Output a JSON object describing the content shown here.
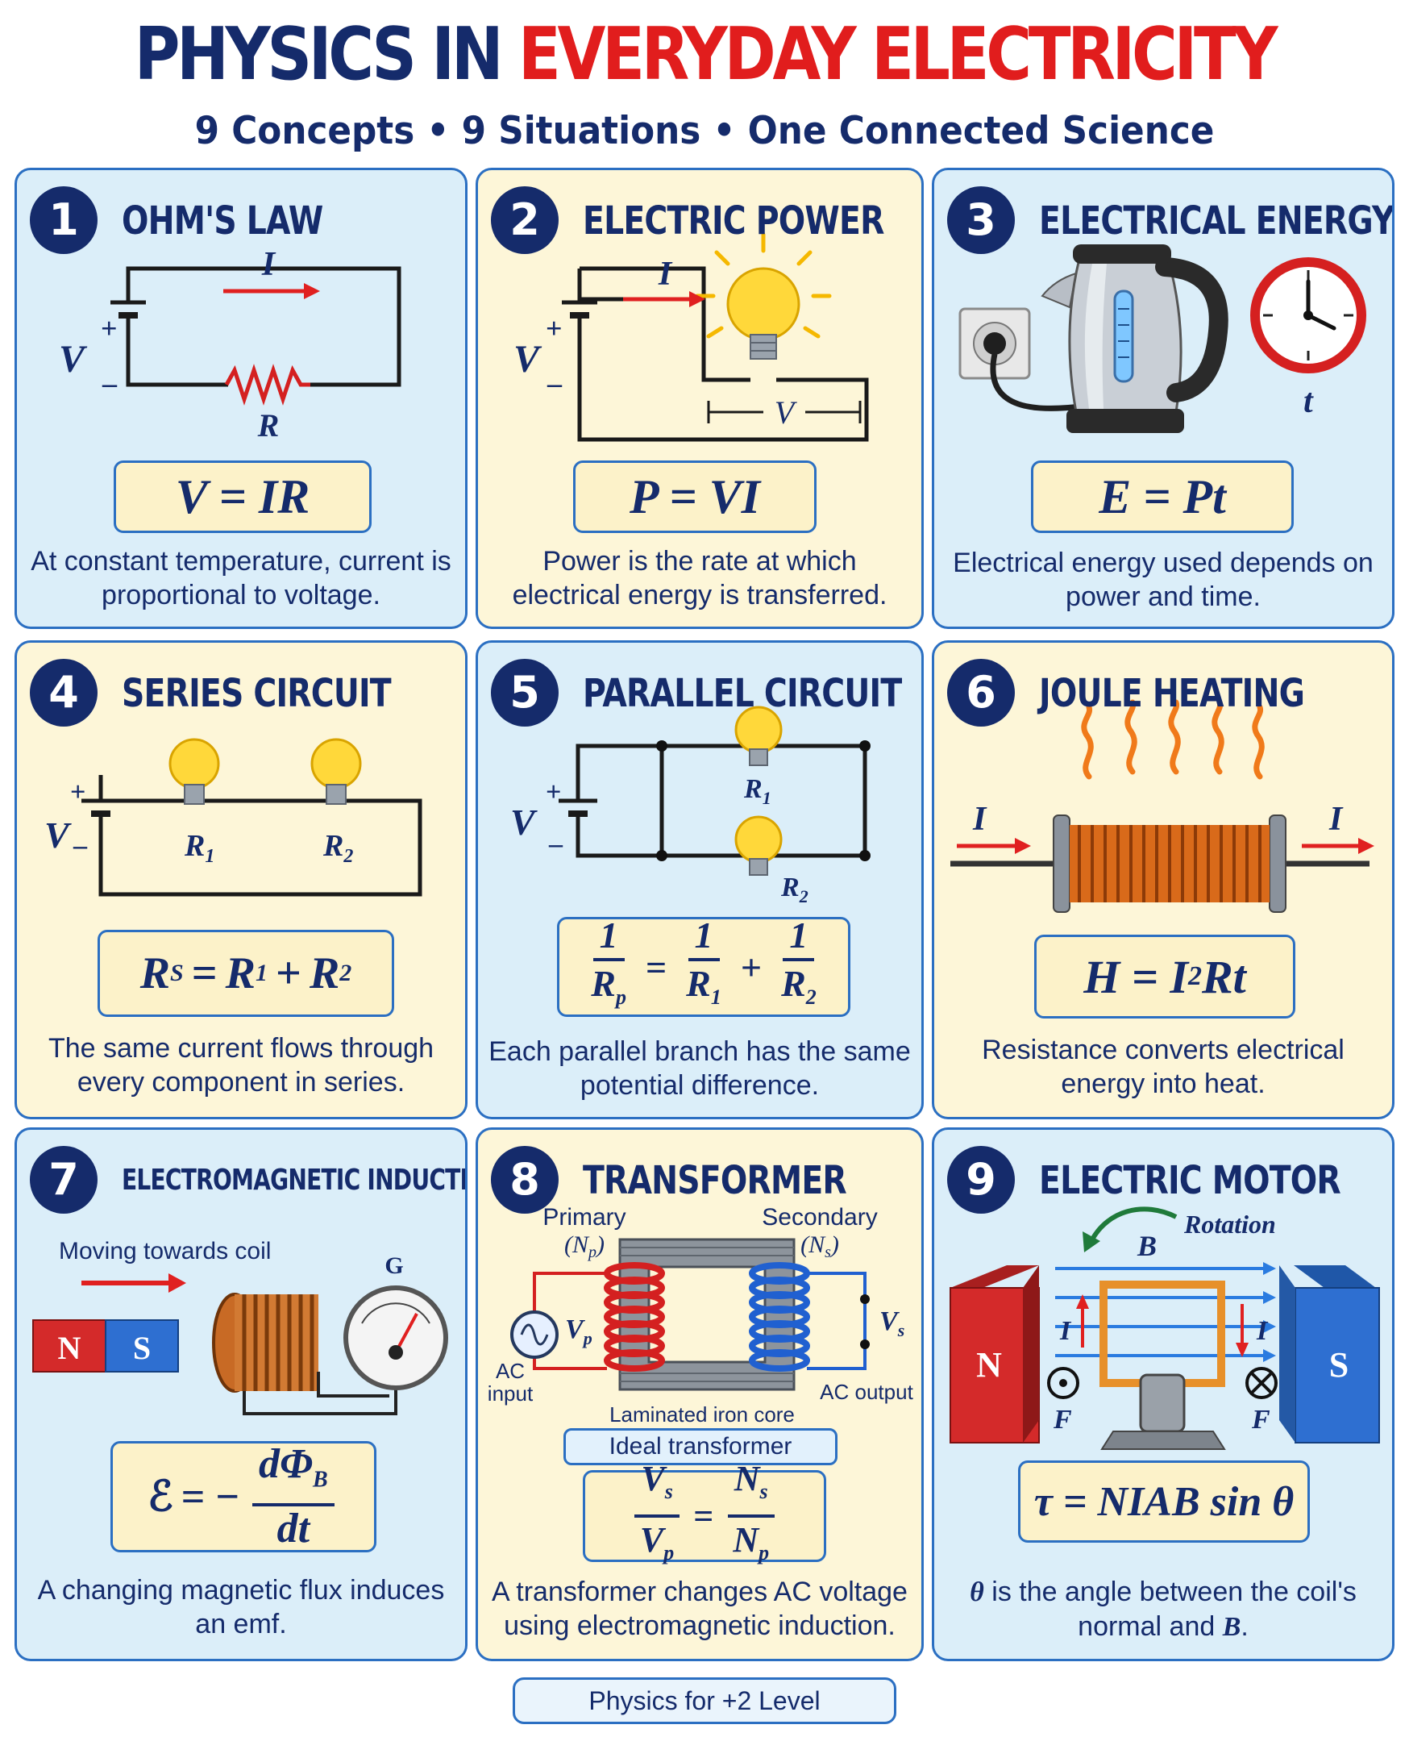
{
  "header": {
    "title_part1": "PHYSICS IN",
    "title_part2": "EVERYDAY ELECTRICITY",
    "subtitle": "9 Concepts • 9 Situations • One Connected Science"
  },
  "colors": {
    "navy": "#152b6b",
    "red": "#e11d1d",
    "panel_blue": "#dbeef9",
    "panel_yellow": "#fdf6d8",
    "border": "#2b6fc2"
  },
  "panels": [
    {
      "number": "1",
      "title": "OHM'S LAW",
      "labels": {
        "v": "V",
        "i": "I",
        "r": "R",
        "plus": "+",
        "minus": "–"
      },
      "formula": "V = IR",
      "description": "At constant temperature, current is proportional to voltage."
    },
    {
      "number": "2",
      "title": "ELECTRIC POWER",
      "labels": {
        "v": "V",
        "i": "I",
        "vdrop": "V",
        "plus": "+",
        "minus": "–"
      },
      "formula": "P = VI",
      "description": "Power is the rate at which electrical energy is transferred."
    },
    {
      "number": "3",
      "title": "ELECTRICAL ENERGY",
      "labels": {
        "t": "t"
      },
      "icons": [
        "wall-socket-icon",
        "kettle-icon",
        "clock-icon"
      ],
      "formula": "E = Pt",
      "description": "Electrical energy used depends on power and time."
    },
    {
      "number": "4",
      "title": "SERIES CIRCUIT",
      "labels": {
        "v": "V",
        "r1": "R",
        "r1_sub": "1",
        "r2": "R",
        "r2_sub": "2",
        "plus": "+",
        "minus": "–"
      },
      "formula": {
        "lhs": "R",
        "lhs_sub": "S",
        "eq": "=",
        "t1": "R",
        "t1_sub": "1",
        "plus": "+",
        "t2": "R",
        "t2_sub": "2"
      },
      "description": "The same current flows through every component in series."
    },
    {
      "number": "5",
      "title": "PARALLEL CIRCUIT",
      "labels": {
        "v": "V",
        "r1": "R",
        "r1_sub": "1",
        "r2": "R",
        "r2_sub": "2",
        "plus": "+",
        "minus": "–"
      },
      "formula": {
        "one": "1",
        "rp": "R",
        "rp_sub": "p",
        "eq": "=",
        "r1": "R",
        "r1_sub": "1",
        "plus": "+",
        "r2": "R",
        "r2_sub": "2"
      },
      "description": "Each parallel branch has the same potential difference."
    },
    {
      "number": "6",
      "title": "JOULE HEATING",
      "labels": {
        "i_left": "I",
        "i_right": "I"
      },
      "formula": {
        "lhs": "H = I",
        "sup": "2",
        "rhs": "Rt"
      },
      "description": "Resistance converts electrical energy into heat."
    },
    {
      "number": "7",
      "title": "ELECTROMAGNETIC INDUCTION",
      "labels": {
        "moving": "Moving towards coil",
        "n": "N",
        "s": "S",
        "g": "G"
      },
      "formula": {
        "emf": "ℰ",
        "eq": "= −",
        "num": "dΦ",
        "num_sub": "B",
        "den": "dt"
      },
      "description": "A changing magnetic flux induces an emf."
    },
    {
      "number": "8",
      "title": "TRANSFORMER",
      "labels": {
        "primary": "Primary",
        "np": "(N",
        "np_sub": "p",
        "close": ")",
        "secondary": "Secondary",
        "ns": "(N",
        "ns_sub": "s",
        "vp": "V",
        "vp_sub": "p",
        "vs": "V",
        "vs_sub": "s",
        "ac_input_1": "AC",
        "ac_input_2": "input",
        "ac_output": "AC output",
        "core": "Laminated iron core"
      },
      "tag": "Ideal transformer",
      "formula": {
        "vs": "V",
        "vs_sub": "s",
        "vp": "V",
        "vp_sub": "p",
        "eq": "=",
        "ns": "N",
        "ns_sub": "s",
        "np": "N",
        "np_sub": "p"
      },
      "description": "A transformer changes AC voltage using electromagnetic induction."
    },
    {
      "number": "9",
      "title": "ELECTRIC MOTOR",
      "labels": {
        "rotation": "Rotation",
        "b": "B",
        "n": "N",
        "s": "S",
        "i_left": "I",
        "i_right": "I",
        "f_left": "F",
        "f_right": "F"
      },
      "formula": "τ = NIAB sin θ",
      "description": {
        "theta": "θ",
        "text1": " is the angle between the coil's normal and ",
        "b": "B",
        "dot": "."
      }
    }
  ],
  "footer": "Physics for +2 Level"
}
